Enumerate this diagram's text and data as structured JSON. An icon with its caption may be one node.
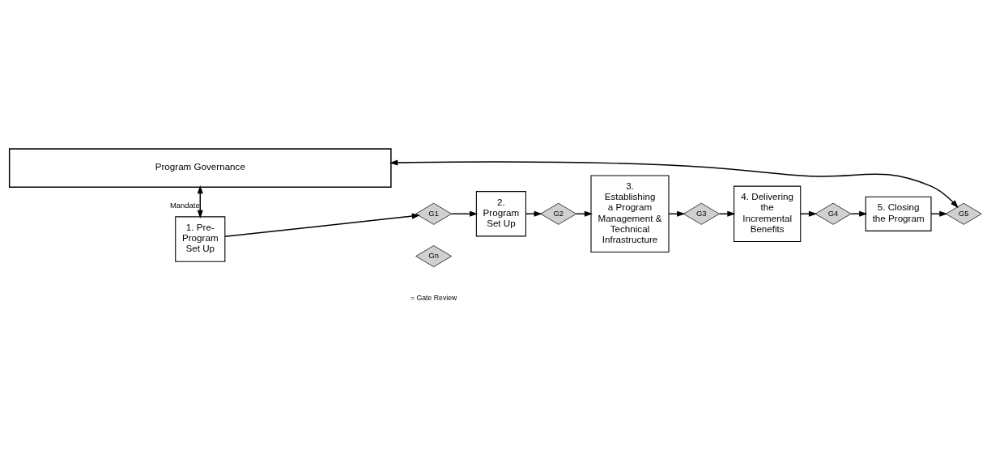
{
  "diagram": {
    "nodes": [
      {
        "text": [
          "Program Governance"
        ]
      },
      {
        "text": [
          "1. Pre- Program Set Up"
        ]
      },
      {
        "text": [
          "G1"
        ]
      },
      {
        "text": [
          "2. Program Set Up"
        ]
      },
      {
        "text": [
          "G2"
        ]
      },
      {
        "text": [
          "3. Establishing a Program Management & Technical Infrastructure"
        ]
      },
      {
        "text": [
          "G3"
        ]
      },
      {
        "text": [
          "4. Delivering the Incremental Benefits"
        ]
      },
      {
        "text": [
          "G4"
        ]
      },
      {
        "text": [
          "5. Closing the Program"
        ]
      },
      {
        "text": [
          "G5"
        ]
      },
      {
        "text": [
          "Gn"
        ]
      }
    ],
    "edges": [
      {
        "from": 0,
        "to": 1,
        "arrow": "both",
        "label": "Mandate"
      },
      {
        "from": 1,
        "to": 2,
        "arrow": "to"
      },
      {
        "from": 2,
        "to": 3,
        "arrow": "to"
      },
      {
        "from": 3,
        "to": 4,
        "arrow": "to"
      },
      {
        "from": 4,
        "to": 5,
        "arrow": "to"
      },
      {
        "from": 5,
        "to": 6,
        "arrow": "to"
      },
      {
        "from": 6,
        "to": 7,
        "arrow": "to"
      },
      {
        "from": 7,
        "to": 8,
        "arrow": "to"
      },
      {
        "from": 8,
        "to": 9,
        "arrow": "to"
      },
      {
        "from": 9,
        "to": 10,
        "arrow": "to"
      },
      {
        "from": 10,
        "to": 0,
        "arrow": "both"
      }
    ],
    "labels": [
      "= Gate Review"
    ]
  }
}
